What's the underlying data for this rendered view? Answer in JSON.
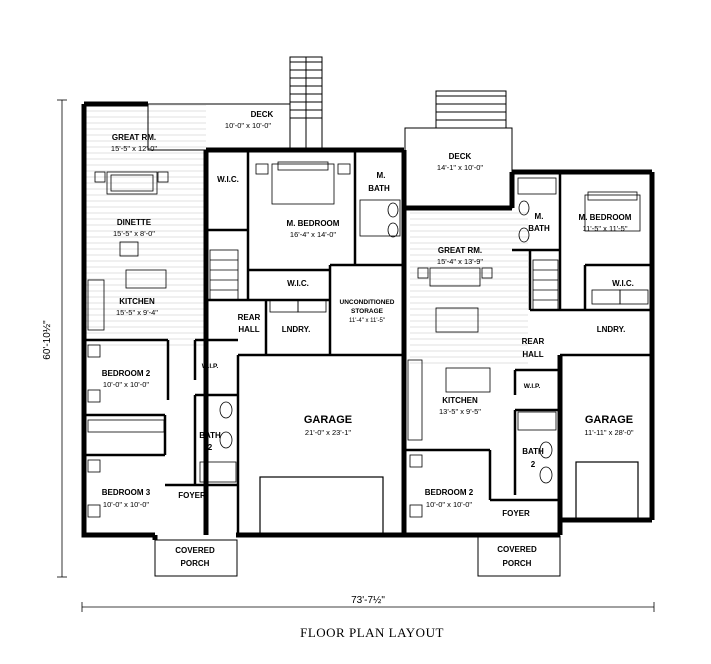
{
  "title": "FLOOR PLAN LAYOUT",
  "overall_width": "73'-7½\"",
  "overall_depth": "60'-10½\"",
  "rooms": {
    "deck_left": "DECK",
    "deck_left_dim": "10'-0\" x 10'-0\"",
    "great_rm_left": "GREAT RM.",
    "great_rm_left_dim": "15'-5\" x 12'-0\"",
    "dinette": "DINETTE",
    "dinette_dim": "15'-5\" x 8'-0\"",
    "kitchen_left": "KITCHEN",
    "kitchen_left_dim": "15'-5\" x 9'-4\"",
    "wic_left_top": "W.I.C.",
    "m_bedroom_left": "M. BEDROOM",
    "m_bedroom_left_dim": "16'-4\" x 14'-0\"",
    "m_bath_left_1": "M.",
    "m_bath_left_2": "BATH",
    "wic_left_mid": "W.I.C.",
    "rear_hall_left_1": "REAR",
    "rear_hall_left_2": "HALL",
    "lndry_left": "LNDRY.",
    "uncond_storage": "UNCONDITIONED",
    "uncond_storage_2": "STORAGE",
    "uncond_storage_dim": "11'-4\" x 11'-5\"",
    "bedroom2_left": "BEDROOM 2",
    "bedroom2_left_dim": "10'-0\" x 10'-0\"",
    "wip_left": "W.I.P.",
    "bath2_left_1": "BATH",
    "bath2_left_2": "2",
    "garage_left": "GARAGE",
    "garage_left_dim": "21'-0\" x 23'-1\"",
    "bedroom3": "BEDROOM 3",
    "bedroom3_dim": "10'-0\" x 10'-0\"",
    "foyer_left": "FOYER",
    "covered_porch_left_1": "COVERED",
    "covered_porch_left_2": "PORCH",
    "deck_right": "DECK",
    "deck_right_dim": "14'-1\" x 10'-0\"",
    "great_rm_right": "GREAT RM.",
    "great_rm_right_dim": "15'-4\" x 13'-9\"",
    "m_bath_right_1": "M.",
    "m_bath_right_2": "BATH",
    "m_bedroom_right": "M. BEDROOM",
    "m_bedroom_right_dim": "11'-5\" x 11'-5\"",
    "wic_right": "W.I.C.",
    "lndry_right": "LNDRY.",
    "rear_hall_right_1": "REAR",
    "rear_hall_right_2": "HALL",
    "wip_right": "W.I.P.",
    "kitchen_right": "KITCHEN",
    "kitchen_right_dim": "13'-5\" x 9'-5\"",
    "garage_right": "GARAGE",
    "garage_right_dim": "11'-11\" x 28'-0\"",
    "bath2_right_1": "BATH",
    "bath2_right_2": "2",
    "bedroom2_right": "BEDROOM 2",
    "bedroom2_right_dim": "10'-0\" x 10'-0\"",
    "foyer_right": "FOYER",
    "covered_porch_right_1": "COVERED",
    "covered_porch_right_2": "PORCH"
  }
}
